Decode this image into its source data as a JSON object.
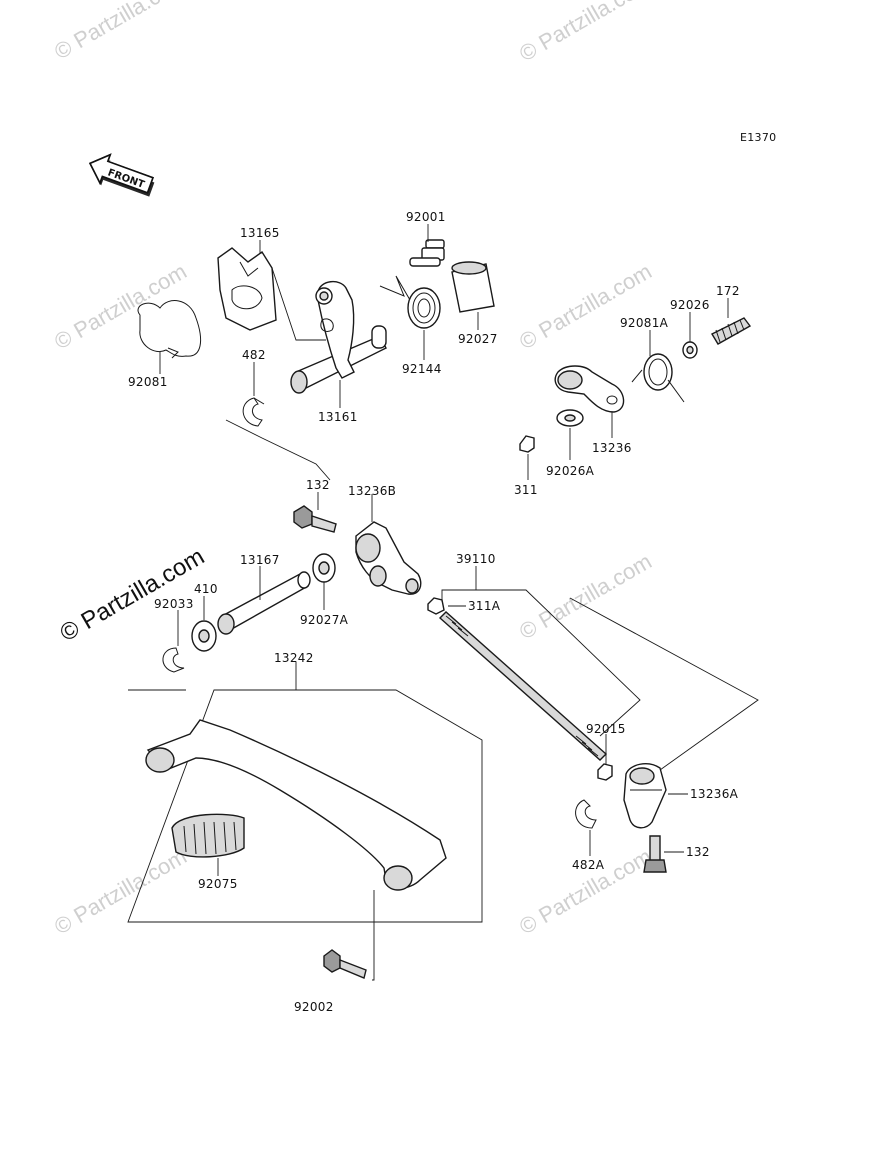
{
  "diagram_code": "E1370",
  "front_label": "FRONT",
  "watermarks": {
    "text": "© Partzilla.com",
    "main": "© Partzilla.com"
  },
  "parts": {
    "p13165": "13165",
    "p92001": "92001",
    "p92081": "92081",
    "p482": "482",
    "p13161": "13161",
    "p92144": "92144",
    "p92027": "92027",
    "p172": "172",
    "p92026": "92026",
    "p92081A": "92081A",
    "p13236": "13236",
    "p92026A": "92026A",
    "p311": "311",
    "p132_top": "132",
    "p13236B": "13236B",
    "p13167": "13167",
    "p410": "410",
    "p92033": "92033",
    "p92027A": "92027A",
    "p39110": "39110",
    "p311A": "311A",
    "p13242": "13242",
    "p92015": "92015",
    "p13236A": "13236A",
    "p482A": "482A",
    "p132_bottom": "132",
    "p92075": "92075",
    "p92002": "92002"
  }
}
